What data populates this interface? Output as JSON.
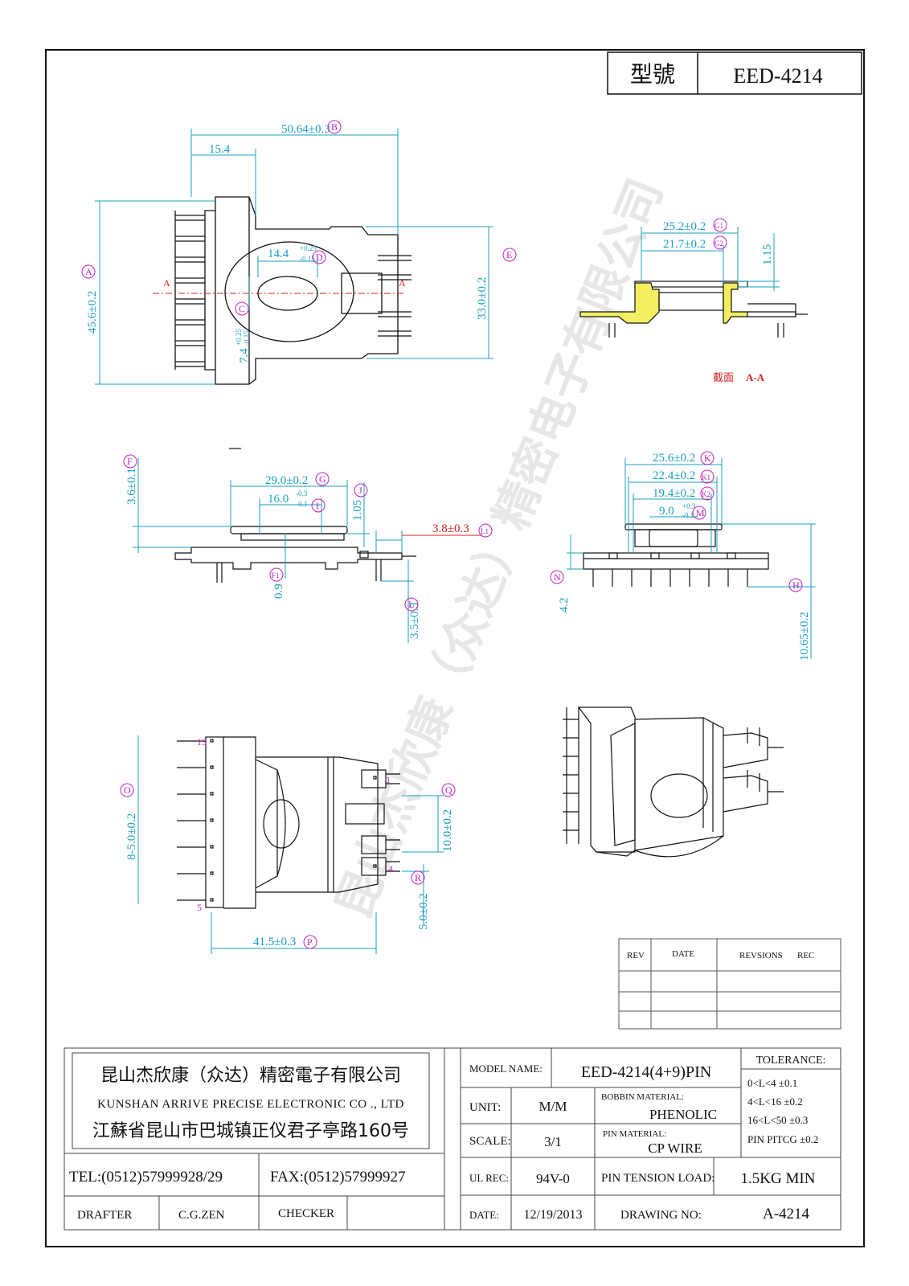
{
  "title_block_top": {
    "label": "型號",
    "value": "EED-4214"
  },
  "watermark": "昆山杰欣康（众达）精密电子有限公司",
  "dimensions": {
    "d_50_64": "50.64±0.3",
    "d_15_4": "15.4",
    "d_45_6": "45.6±0.2",
    "d_14_4": "14.4",
    "d_14_4_tol_up": "+0.25",
    "d_14_4_tol_dn": "-0.15",
    "d_7_4": "7.4",
    "d_7_4_tol_up": "+0.25",
    "d_7_4_tol_dn": "-0.15",
    "d_33_0": "33.0±0.2",
    "d_25_2": "25.2±0.2",
    "d_21_7": "21.7±0.2",
    "d_1_15": "1.15",
    "section_label": "截面",
    "section_id": "A-A",
    "section_mark": "A",
    "d_29_0": "29.0±0.2",
    "d_16_0": "16.0",
    "d_16_0_tol_up": "-0.3",
    "d_16_0_tol_dn": "-0.1",
    "d_3_6": "3.6±0.1",
    "d_1_05": "1.05",
    "d_3_8": "3.8±0.3",
    "d_0_9": "0.9",
    "d_3_5": "3.5±0.3",
    "d_25_6": "25.6±0.2",
    "d_22_4": "22.4±0.2",
    "d_19_4": "19.4±0.2",
    "d_9_0": "9.0",
    "d_9_0_tol_up": "+0.3",
    "d_9_0_tol_dn": "-0.1",
    "d_4_2": "4.2",
    "d_10_65": "10.65±0.2",
    "d_8_5_0": "8-5.0±0.2",
    "d_10_0": "10.0±0.2",
    "d_5_0": "5.0±0.2",
    "d_41_5": "41.5±0.3",
    "pin_13": "13",
    "pin_1": "1",
    "pin_4": "4",
    "pin_5": "5"
  },
  "tags": {
    "A": "A",
    "B": "B",
    "C": "C",
    "D": "D",
    "E": "E",
    "F": "F",
    "F1": "F1",
    "G": "G",
    "G1": "G1",
    "G2": "G2",
    "H": "H",
    "I": "I",
    "J": "J",
    "K": "K",
    "K1": "K1",
    "K2": "K2",
    "L": "L",
    "L1": "L1",
    "M": "M",
    "N": "N",
    "O": "O",
    "P": "P",
    "Q": "Q",
    "R": "R"
  },
  "revision_table": {
    "rev": "REV",
    "date": "DATE",
    "revisions": "REVSIONS",
    "rec": "REC"
  },
  "company": {
    "name_cn": "昆山杰欣康（众达）精密電子有限公司",
    "name_en": "KUNSHAN ARRIVE PRECISE ELECTRONIC CO ., LTD",
    "address": "江蘇省昆山市巴城镇正仪君子亭路160号",
    "tel": "TEL:(0512)57999928/29",
    "fax": "FAX:(0512)57999927",
    "drafter_label": "DRAFTER",
    "drafter": "C.G.ZEN",
    "checker_label": "CHECKER"
  },
  "title_block": {
    "model_label": "MODEL NAME:",
    "model": "EED-4214(4+9)PIN",
    "unit_label": "UNIT:",
    "unit": "M/M",
    "bobbin_label": "BOBBIN MATERIAL:",
    "bobbin": "PHENOLIC",
    "scale_label": "SCALE:",
    "scale": "3/1",
    "pin_mat_label": "PIN MATERIAL:",
    "pin_mat": "CP WIRE",
    "ul_label": "UL REC:",
    "ul": "94V-0",
    "tension_label": "PIN TENSION LOAD:",
    "tension": "1.5KG MIN",
    "date_label": "DATE:",
    "date": "12/19/2013",
    "drawing_label": "DRAWING NO:",
    "drawing": "A-4214",
    "tolerance_label": "TOLERANCE:",
    "tol1": "0<L<4   ±0.1",
    "tol2": "4<L<16  ±0.2",
    "tol3": "16<L<50 ±0.3",
    "tol4": "PIN PITCG ±0.2"
  },
  "colors": {
    "dimension": "#1a9fbf",
    "tag": "#c020c0",
    "red": "#d42020",
    "section_fill": "#f2ee60"
  }
}
